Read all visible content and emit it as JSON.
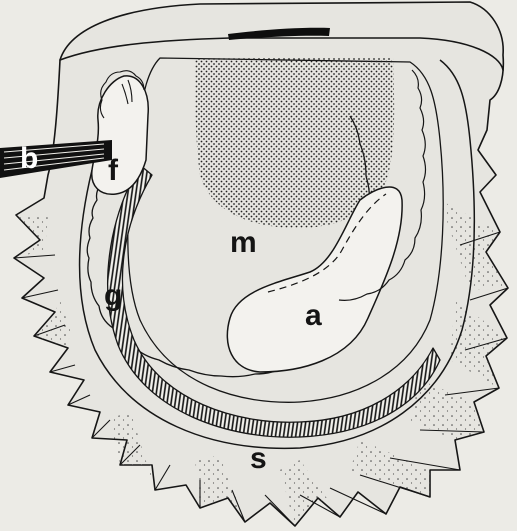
{
  "labels": {
    "b": "b",
    "f": "f",
    "g": "g",
    "m": "m",
    "a": "a",
    "s": "s"
  },
  "colors": {
    "background": "#ecebe6",
    "ink": "#161616",
    "shell": "#e4e3de"
  }
}
